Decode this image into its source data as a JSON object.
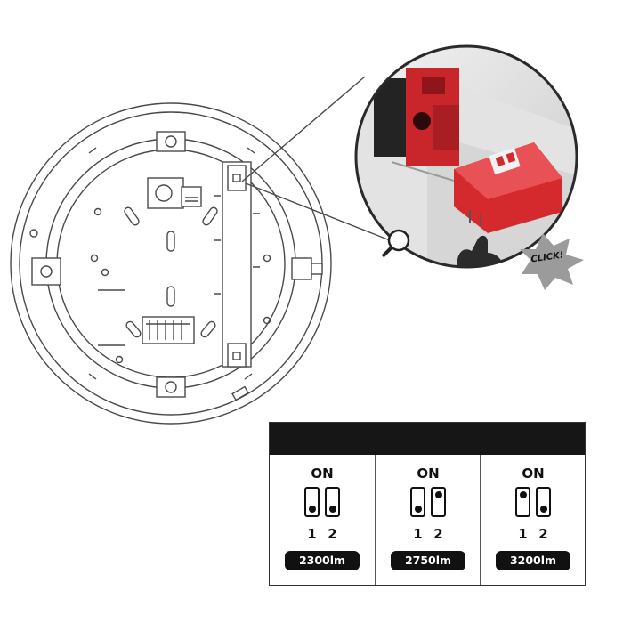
{
  "detail_callout": {
    "click_text": "CLICK!"
  },
  "brightness_table": {
    "header_text": "",
    "on_label": "ON",
    "columns": [
      {
        "switch_1": "off",
        "switch_2": "off",
        "num_1": "1",
        "num_2": "2",
        "lumens": "2300lm"
      },
      {
        "switch_1": "off",
        "switch_2": "on",
        "num_1": "1",
        "num_2": "2",
        "lumens": "2750lm"
      },
      {
        "switch_1": "on",
        "switch_2": "off",
        "num_1": "1",
        "num_2": "2",
        "lumens": "3200lm"
      }
    ]
  },
  "colors": {
    "line": "#4a4a4a",
    "dip_switch_red": "#d42a2e",
    "terminal_red": "#c8262b",
    "header_black": "#161616"
  }
}
